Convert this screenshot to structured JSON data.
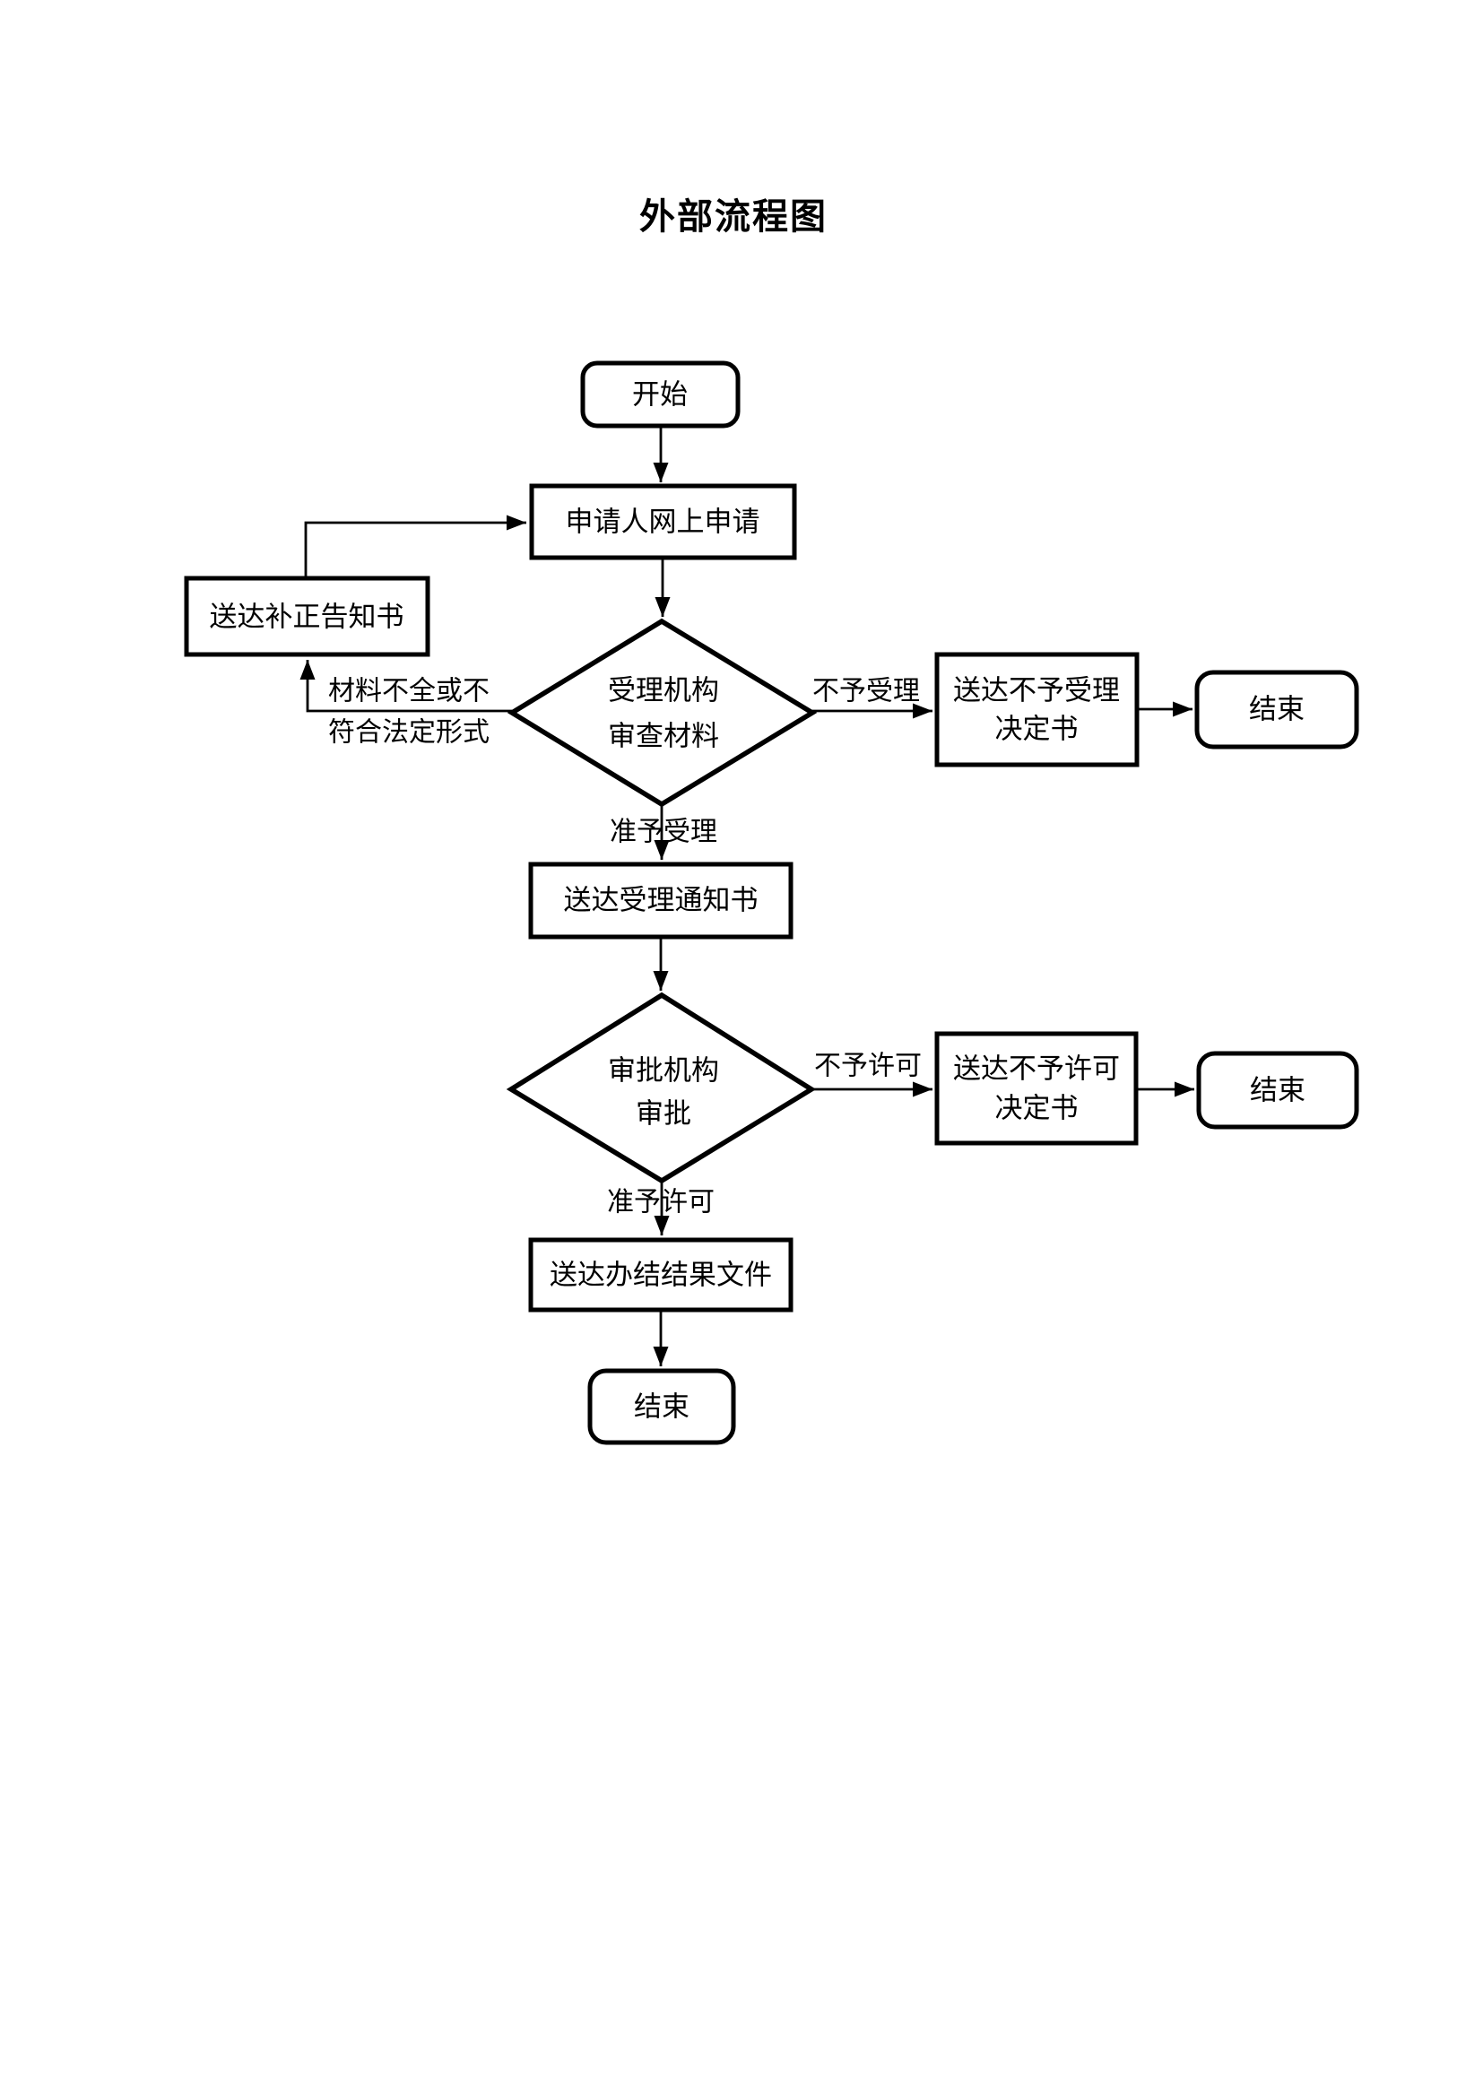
{
  "page": {
    "title": "外部流程图"
  },
  "colors": {
    "line": "#000000",
    "background": "#ffffff",
    "text": "#000000"
  },
  "nodes": {
    "start": {
      "label": "开始",
      "type": "terminator"
    },
    "apply": {
      "label": "申请人网上申请",
      "type": "process"
    },
    "correction": {
      "label": "送达补正告知书",
      "type": "process"
    },
    "review": {
      "line1": "受理机构",
      "line2": "审查材料",
      "type": "decision"
    },
    "reject_accept": {
      "line1": "送达不予受理",
      "line2": "决定书",
      "type": "process"
    },
    "end1": {
      "label": "结束",
      "type": "terminator"
    },
    "accept_notice": {
      "label": "送达受理通知书",
      "type": "process"
    },
    "approve": {
      "line1": "审批机构",
      "line2": "审批",
      "type": "decision"
    },
    "reject_permit": {
      "line1": "送达不予许可",
      "line2": "决定书",
      "type": "process"
    },
    "end2": {
      "label": "结束",
      "type": "terminator"
    },
    "result": {
      "label": "送达办结结果文件",
      "type": "process"
    },
    "end3": {
      "label": "结束",
      "type": "terminator"
    }
  },
  "edge_labels": {
    "incomplete": {
      "line1": "材料不全或不",
      "line2": "符合法定形式"
    },
    "not_accepted": {
      "label": "不予受理"
    },
    "accepted": {
      "label": "准予受理"
    },
    "not_permitted": {
      "label": "不予许可"
    },
    "permitted": {
      "label": "准予许可"
    }
  }
}
